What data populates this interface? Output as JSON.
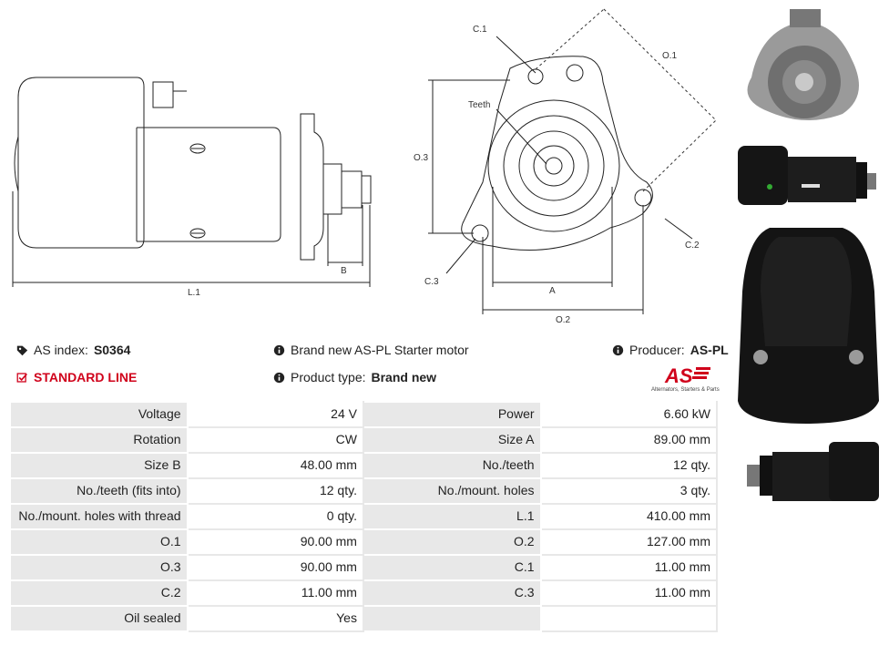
{
  "drawing_labels": {
    "l1": "L.1",
    "b": "B",
    "c1": "C.1",
    "o1": "O.1",
    "teeth": "Teeth",
    "o3": "O.3",
    "c2": "C.2",
    "c3": "C.3",
    "a": "A",
    "o2": "O.2"
  },
  "info": {
    "index_label": "AS index:",
    "index_value": "S0364",
    "line_label": "STANDARD LINE",
    "description": "Brand new AS-PL Starter motor",
    "product_type_label": "Product type:",
    "product_type_value": "Brand new",
    "producer_label": "Producer:",
    "producer_value": "AS-PL"
  },
  "logo": {
    "mark": "AS",
    "tagline": "Alternators, Starters & Parts"
  },
  "colors": {
    "accent": "#d0021b",
    "label_bg": "#e8e8e8"
  },
  "specs": [
    [
      {
        "label": "Voltage",
        "value": "24 V"
      },
      {
        "label": "Power",
        "value": "6.60 kW"
      }
    ],
    [
      {
        "label": "Rotation",
        "value": "CW"
      },
      {
        "label": "Size A",
        "value": "89.00 mm"
      }
    ],
    [
      {
        "label": "Size B",
        "value": "48.00 mm"
      },
      {
        "label": "No./teeth",
        "value": "12 qty."
      }
    ],
    [
      {
        "label": "No./teeth (fits into)",
        "value": "12 qty."
      },
      {
        "label": "No./mount. holes",
        "value": "3 qty."
      }
    ],
    [
      {
        "label": "No./mount. holes with thread",
        "value": "0 qty."
      },
      {
        "label": "L.1",
        "value": "410.00 mm"
      }
    ],
    [
      {
        "label": "O.1",
        "value": "90.00 mm"
      },
      {
        "label": "O.2",
        "value": "127.00 mm"
      }
    ],
    [
      {
        "label": "O.3",
        "value": "90.00 mm"
      },
      {
        "label": "C.1",
        "value": "11.00 mm"
      }
    ],
    [
      {
        "label": "C.2",
        "value": "11.00 mm"
      },
      {
        "label": "C.3",
        "value": "11.00 mm"
      }
    ],
    [
      {
        "label": "Oil sealed",
        "value": "Yes"
      },
      {
        "label": "",
        "value": ""
      }
    ]
  ]
}
